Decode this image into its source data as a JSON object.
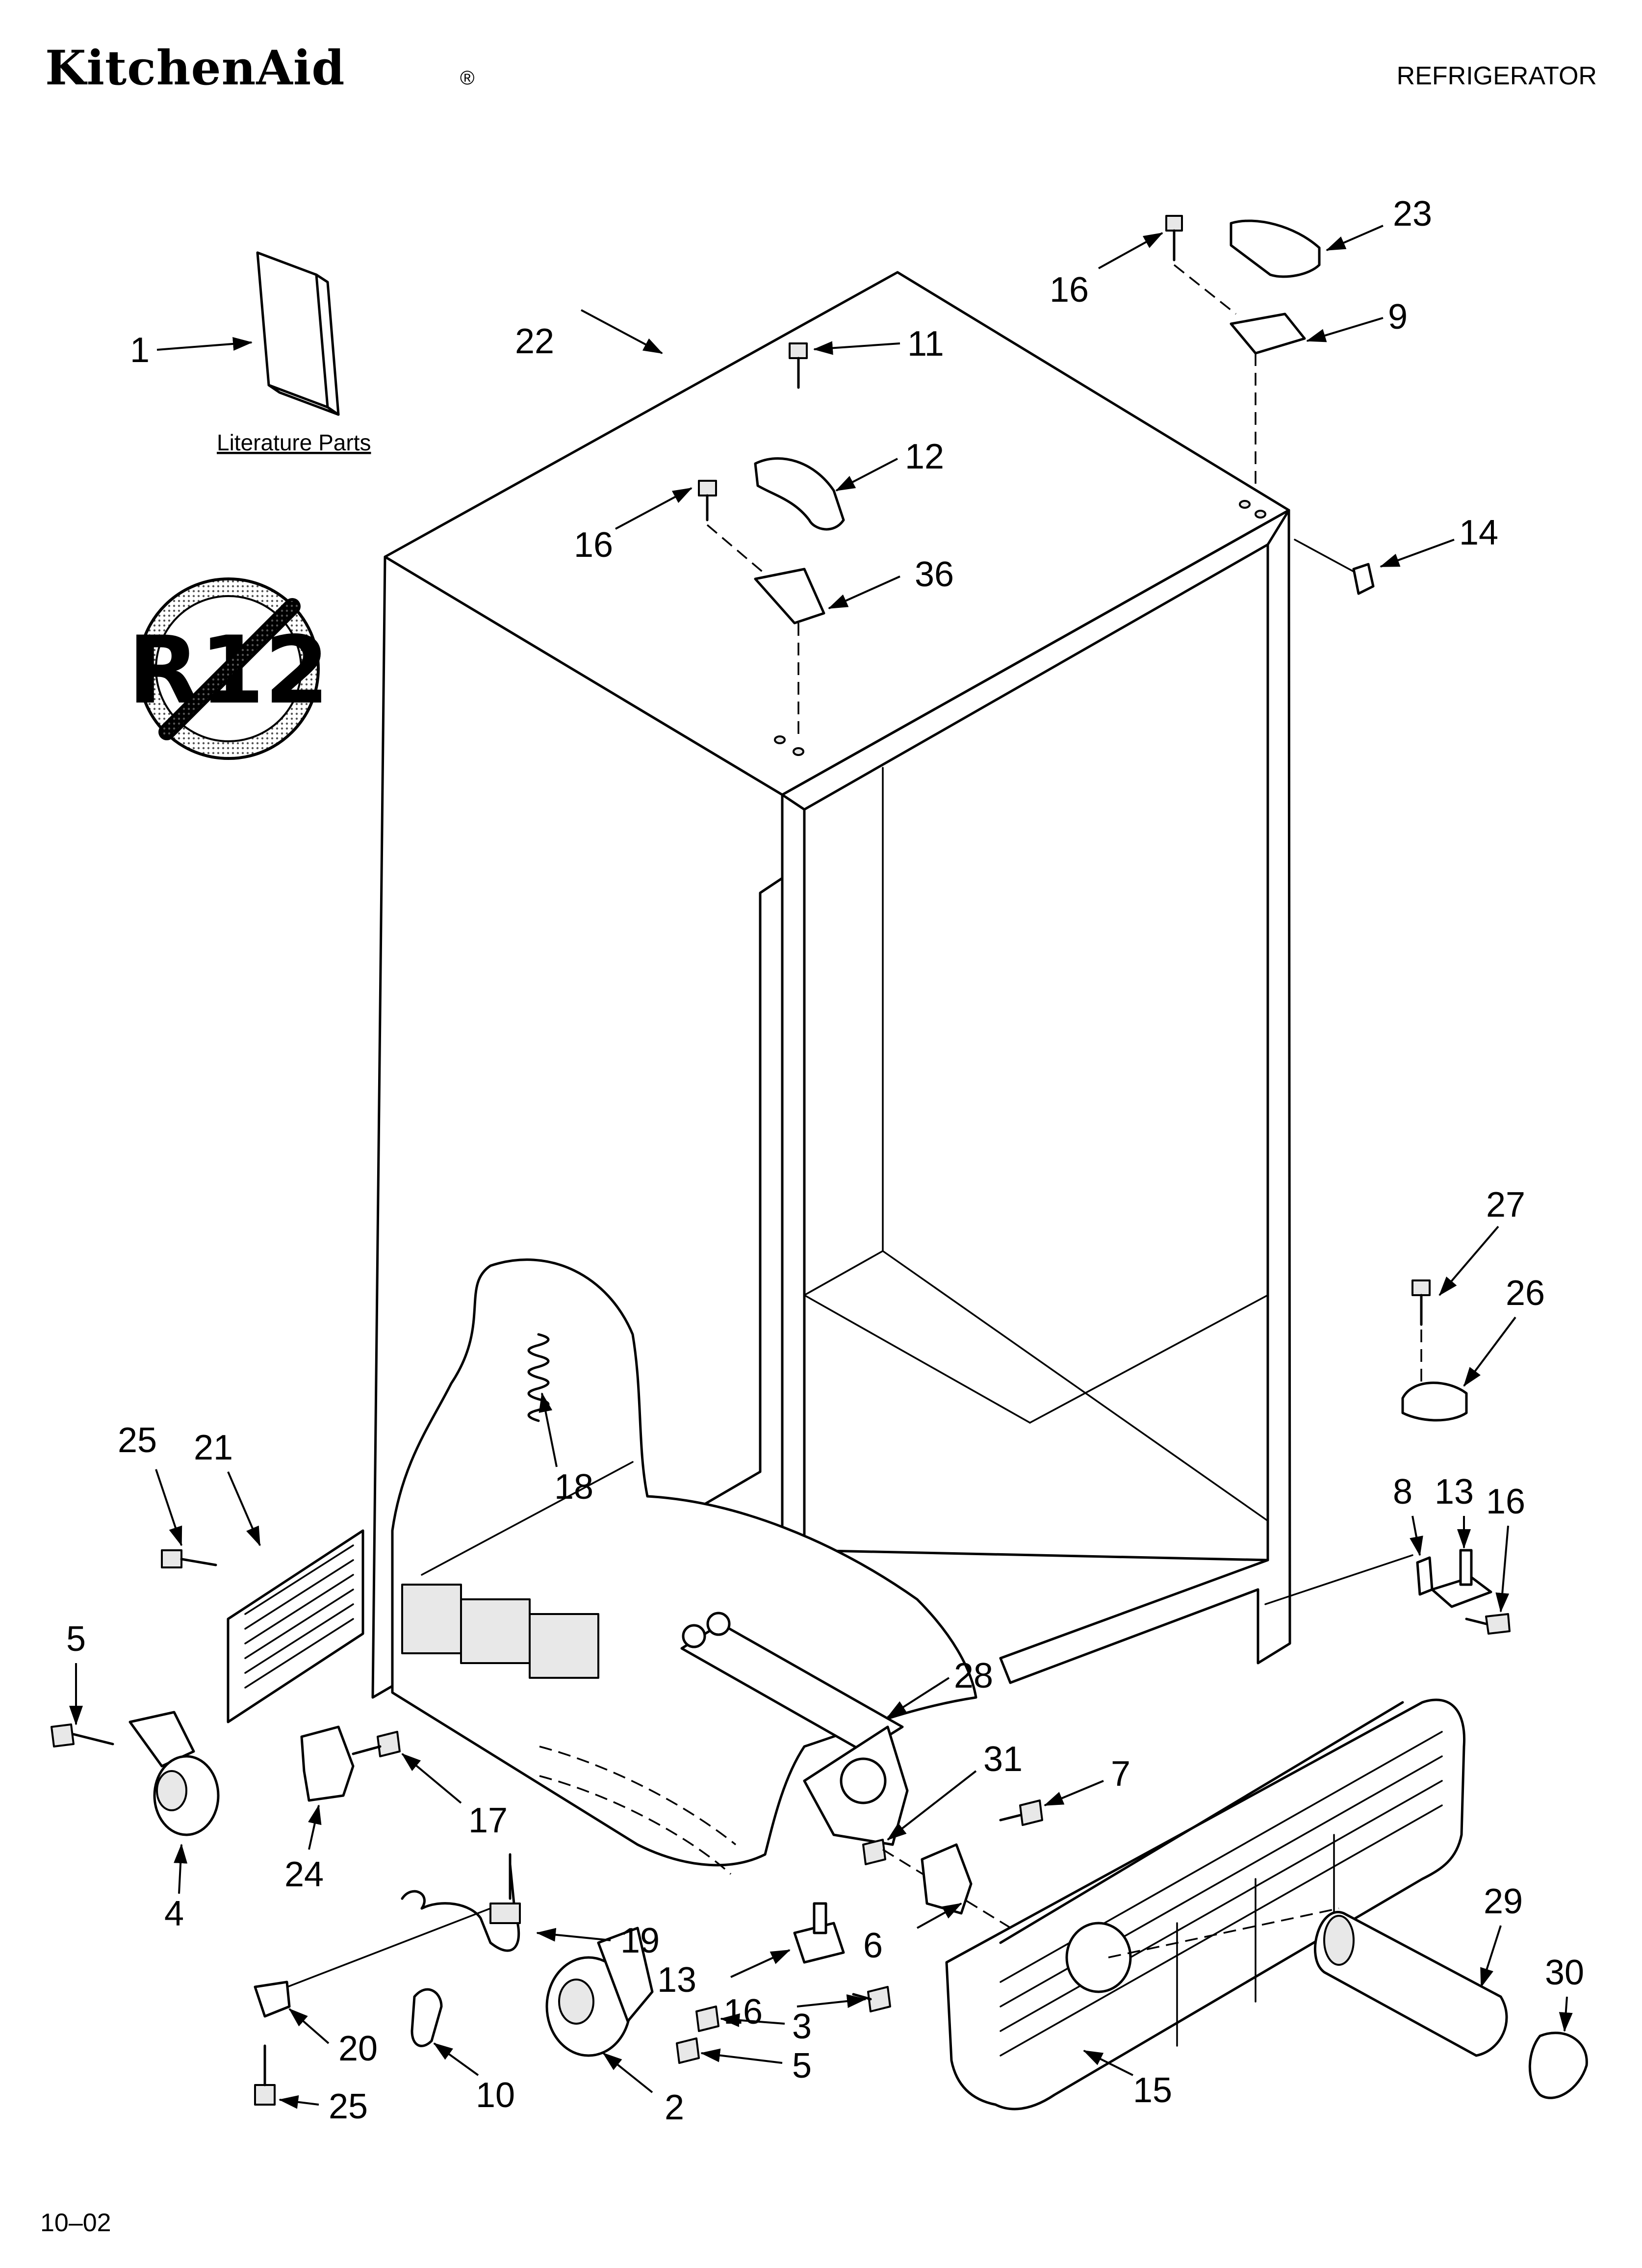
{
  "header": {
    "brand": "KitchenAid",
    "registered_mark": "®",
    "appliance": "REFRIGERATOR"
  },
  "footer": {
    "date_code": "10–02"
  },
  "literature_caption": "Literature Parts",
  "r12_badge": "R12",
  "callouts": [
    "1",
    "22",
    "11",
    "12",
    "16",
    "36",
    "16",
    "23",
    "9",
    "14",
    "27",
    "26",
    "8",
    "13",
    "16",
    "25",
    "21",
    "18",
    "5",
    "4",
    "24",
    "17",
    "28",
    "31",
    "7",
    "6",
    "19",
    "13",
    "16",
    "20",
    "10",
    "25",
    "3",
    "5",
    "2",
    "29",
    "30",
    "15"
  ]
}
